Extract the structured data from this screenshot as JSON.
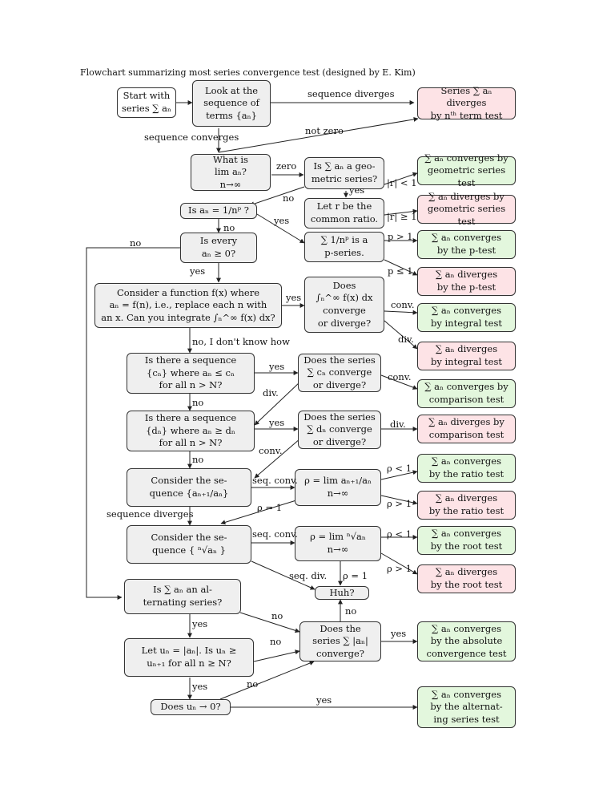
{
  "title": "Flowchart summarizing most series convergence test (designed by E. Kim)",
  "nodes": {
    "start": "Start with\nseries ∑ aₙ",
    "look": "Look at the\nsequence of\nterms {aₙ}",
    "nth_diverge": "Series ∑ aₙ diverges\nby nᵗʰ term test",
    "what_limit": "What is\nlim aₙ?\nn→∞",
    "geometric_q": "Is ∑ aₙ a geo-\nmetric series?",
    "geo_converge": "∑ aₙ converges by\ngeometric series test",
    "let_r": "Let r be the\ncommon ratio.",
    "geo_diverge": "∑ aₙ diverges by\ngeometric series test",
    "is_p": "Is aₙ = 1/nᵖ ?",
    "is_every": "Is every\naₙ ≥ 0?",
    "p_series": "∑ 1/nᵖ is a\np-series.",
    "p_converge": "∑ aₙ converges\nby the p-test",
    "p_diverge": "∑ aₙ diverges\nby the p-test",
    "consider_f": "Consider a function f(x) where\naₙ = f(n), i.e., replace each n with\nan x. Can you integrate ∫ₙ^∞ f(x) dx?",
    "does_int": "Does\n∫ₙ^∞ f(x) dx\nconverge\nor diverge?",
    "int_converge": "∑ aₙ converges\nby integral test",
    "int_diverge": "∑ aₙ diverges\nby integral test",
    "seq_c": "Is there a sequence\n{cₙ} where aₙ ≤ cₙ\nfor all n > N?",
    "does_c": "Does the series\n∑ cₙ converge\nor diverge?",
    "comp_converge": "∑ aₙ converges by\ncomparison test",
    "seq_d": "Is there a sequence\n{dₙ} where aₙ ≥ dₙ\nfor all n > N?",
    "does_d": "Does the series\n∑ dₙ converge\nor diverge?",
    "comp_diverge": "∑ aₙ diverges by\ncomparison test",
    "ratio_seq": "Consider the se-\nquence {aₙ₊₁/aₙ}",
    "rho_ratio": "ρ = lim aₙ₊₁/aₙ\nn→∞",
    "ratio_converge": "∑ aₙ converges\nby the ratio test",
    "ratio_diverge": "∑ aₙ diverges\nby the ratio test",
    "root_seq": "Consider the se-\nquence { ⁿ√aₙ }",
    "rho_root": "ρ = lim ⁿ√aₙ\nn→∞",
    "root_converge": "∑ aₙ converges\nby the root test",
    "root_diverge": "∑ aₙ diverges\nby the root test",
    "huh": "Huh?",
    "alternating_q": "Is ∑ aₙ an al-\nternating series?",
    "abs_q": "Does the\nseries ∑ |aₙ|\nconverge?",
    "abs_converge": "∑ aₙ converges\nby the absolute\nconvergence test",
    "let_u": "Let uₙ = |aₙ|. Is uₙ ≥\nuₙ₊₁ for all n ≥ N?",
    "does_u": "Does uₙ → 0?",
    "alt_converge": "∑ aₙ converges\nby the alternat-\ning series test"
  },
  "labels": {
    "seq_diverges": "sequence diverges",
    "not_zero": "not zero",
    "seq_converges": "sequence converges",
    "zero": "zero",
    "yes_geo": "yes",
    "no_geo": "no",
    "r_lt1": "|r| < 1",
    "r_ge1": "|r| ≥ 1",
    "yes_p": "yes",
    "no_p": "no",
    "no_every": "no",
    "p_gt1": "p > 1",
    "p_le1": "p ≤ 1",
    "yes_every": "yes",
    "yes_int": "yes",
    "conv_int": "conv.",
    "div_int": "div.",
    "no_idk": "no, I don't know how",
    "yes_c": "yes",
    "conv_c": "conv.",
    "div_c": "div.",
    "no_c": "no",
    "yes_d": "yes",
    "div_d": "div.",
    "conv_d": "conv.",
    "no_d": "no",
    "seqconv_ratio": "seq. conv.",
    "rho1_ratio": "ρ = 1",
    "rlt1_ratio": "ρ < 1",
    "rgt1_ratio": "ρ > 1",
    "seq_div": "sequence diverges",
    "seqconv_root": "seq. conv.",
    "seqdiv_root": "seq. div.",
    "rho1_root": "ρ = 1",
    "rlt1_root": "ρ < 1",
    "rgt1_root": "ρ > 1",
    "no_huh": "no",
    "no_alt": "no",
    "yes_alt": "yes",
    "yes_abs": "yes",
    "no_u": "no",
    "yes_u": "yes",
    "no_dec": "no",
    "yes_final": "yes"
  }
}
